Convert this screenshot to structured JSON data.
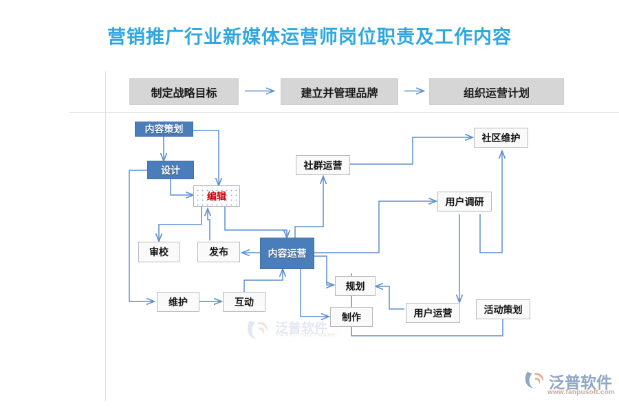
{
  "page": {
    "title": "营销推广行业新媒体运营师岗位职责及工作内容",
    "title_color": "#2EA7E0",
    "background": "#ffffff"
  },
  "header_flow": {
    "steps": [
      {
        "label": "制定战略目标"
      },
      {
        "label": "建立并管理品牌"
      },
      {
        "label": "组织运营计划"
      }
    ],
    "connector_arrows": 2,
    "box_fill": "#d6d6d6",
    "arrow_color": "#5B8FD0"
  },
  "diagram": {
    "accent_blue": "#4A7EBB",
    "line_color": "#5B8FD0",
    "nodes": [
      {
        "id": "content-planning",
        "label": "内容策划",
        "style": "blue"
      },
      {
        "id": "design",
        "label": "设计",
        "style": "blue"
      },
      {
        "id": "edit",
        "label": "编辑",
        "style": "dotted"
      },
      {
        "id": "proofread",
        "label": "审校",
        "style": "white"
      },
      {
        "id": "publish",
        "label": "发布",
        "style": "white"
      },
      {
        "id": "content-operation",
        "label": "内容运营",
        "style": "blue"
      },
      {
        "id": "maintenance",
        "label": "维护",
        "style": "white"
      },
      {
        "id": "interaction",
        "label": "互动",
        "style": "white"
      },
      {
        "id": "community-operation",
        "label": "社群运营",
        "style": "white"
      },
      {
        "id": "community-upkeep",
        "label": "社区维护",
        "style": "white"
      },
      {
        "id": "user-research",
        "label": "用户调研",
        "style": "white"
      },
      {
        "id": "planning",
        "label": "规划",
        "style": "white"
      },
      {
        "id": "production",
        "label": "制作",
        "style": "white"
      },
      {
        "id": "user-operation",
        "label": "用户运营",
        "style": "white"
      },
      {
        "id": "event-planning",
        "label": "活动策划",
        "style": "white"
      }
    ]
  },
  "watermark_center": {
    "brand_cn": "泛普软件",
    "brand_en": "FANPU SOFTWARE"
  },
  "logo": {
    "brand_cn": "泛普软件",
    "url": "www.fanpusoft.com"
  }
}
